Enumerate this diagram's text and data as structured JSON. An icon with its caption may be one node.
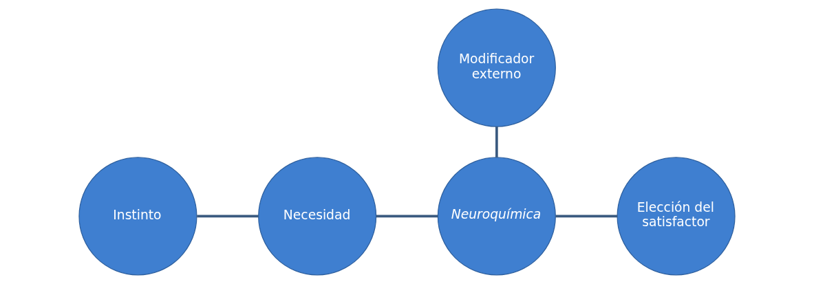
{
  "diagram": {
    "nodes": [
      {
        "text": [
          "Modificador externo"
        ]
      },
      {
        "text": [
          "Instinto"
        ]
      },
      {
        "text": [
          "Necesidad"
        ]
      },
      {
        "text": [
          "Neuroquímica"
        ]
      },
      {
        "text": [
          "Elección del satisfactor"
        ]
      }
    ],
    "edges": [
      {
        "from": 1,
        "to": 2,
        "arrow": "none"
      },
      {
        "from": 2,
        "to": 3,
        "arrow": "none"
      },
      {
        "from": 0,
        "to": 3,
        "arrow": "none"
      },
      {
        "from": 3,
        "to": 4,
        "arrow": "none"
      }
    ]
  }
}
